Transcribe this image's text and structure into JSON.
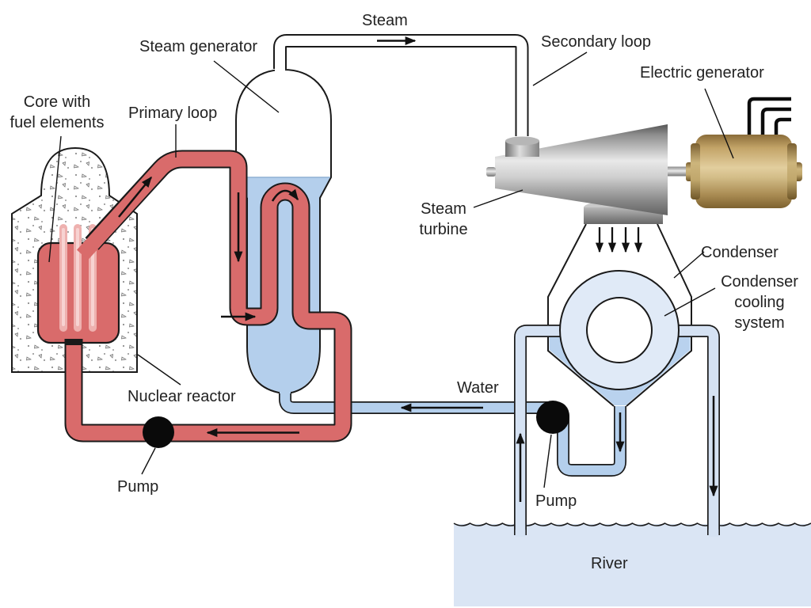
{
  "diagram": {
    "labels": {
      "steam_generator": "Steam generator",
      "steam": "Steam",
      "secondary_loop": "Secondary loop",
      "electric_generator": "Electric generator",
      "core": {
        "line1": "Core with",
        "line2": "fuel elements"
      },
      "primary_loop": "Primary loop",
      "steam_turbine": {
        "line1": "Steam",
        "line2": "turbine"
      },
      "nuclear_reactor": "Nuclear reactor",
      "pump_primary": "Pump",
      "water": "Water",
      "condenser": "Condenser",
      "condenser_cooling": {
        "line1": "Condenser",
        "line2": "cooling",
        "line3": "system"
      },
      "pump_cooling": "Pump",
      "river": "River"
    },
    "colors": {
      "primary_red": "#d96b6b",
      "fuel_rod_pink": "#eeb1af",
      "secondary_water_blue": "#b4cfec",
      "cooling_water_blue": "#d5e2f3",
      "condenser_ring_blue": "#e0eaf7",
      "condensate_pool_blue": "#b9d2ee",
      "river_blue": "#dae5f4",
      "generator_gold": "#c9ad74",
      "turbine_gray": "#aaaaaa",
      "pump_black": "#0a0a0a",
      "outline": "#1a1a1a"
    }
  }
}
